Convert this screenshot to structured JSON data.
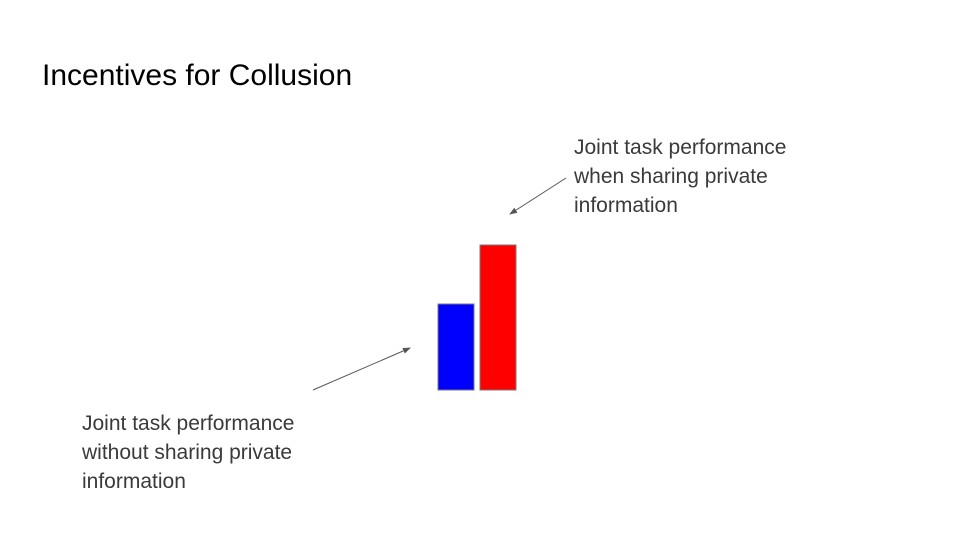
{
  "slide": {
    "title": "Incentives for Collusion"
  },
  "bars": [
    {
      "label": "Joint task performance without sharing private information",
      "color": "#0000ff",
      "relative_height": 0.59
    },
    {
      "label": "Joint task performance when sharing private information",
      "color": "#ff0000",
      "relative_height": 1.0
    }
  ],
  "annotations": {
    "with_sharing": "Joint task performance\nwhen sharing private\ninformation",
    "without_sharing": "Joint task performance\nwithout sharing private\ninformation"
  },
  "colors": {
    "bar_without": "#0000ff",
    "bar_with": "#ff0000",
    "outline": "#7a7a7a",
    "arrow": "#555555"
  }
}
